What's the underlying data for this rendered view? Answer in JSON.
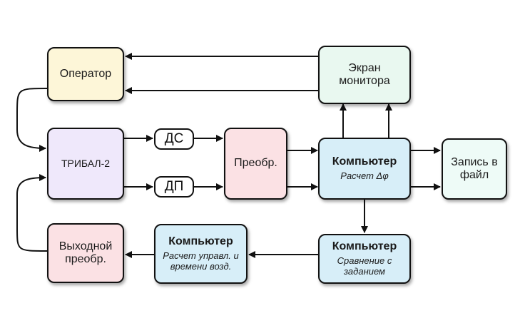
{
  "nodes": {
    "operator": {
      "label": "Оператор",
      "color": "#fdf6d8"
    },
    "monitor": {
      "label": "Экран монитора",
      "color": "#e9f8f0"
    },
    "tribal": {
      "label": "ТРИБАЛ-2",
      "color": "#efe8fb"
    },
    "ds": {
      "label": "ДС"
    },
    "dp": {
      "label": "ДП"
    },
    "preobr": {
      "label": "Преобр.",
      "color": "#fbe1e4"
    },
    "computer_main": {
      "title": "Компьютер",
      "subtitle": "Расчет Δφ",
      "color": "#d7eef8"
    },
    "file": {
      "label": "Запись в файл",
      "color": "#eefbf7"
    },
    "output": {
      "label": "Выходной преобр.",
      "color": "#fbe1e4"
    },
    "computer_control": {
      "title": "Компьютер",
      "subtitle": "Расчет управл. и времени возд.",
      "color": "#d7eef8"
    },
    "computer_compare": {
      "title": "Компьютер",
      "subtitle": "Сравнение с заданием",
      "color": "#d7eef8"
    }
  }
}
